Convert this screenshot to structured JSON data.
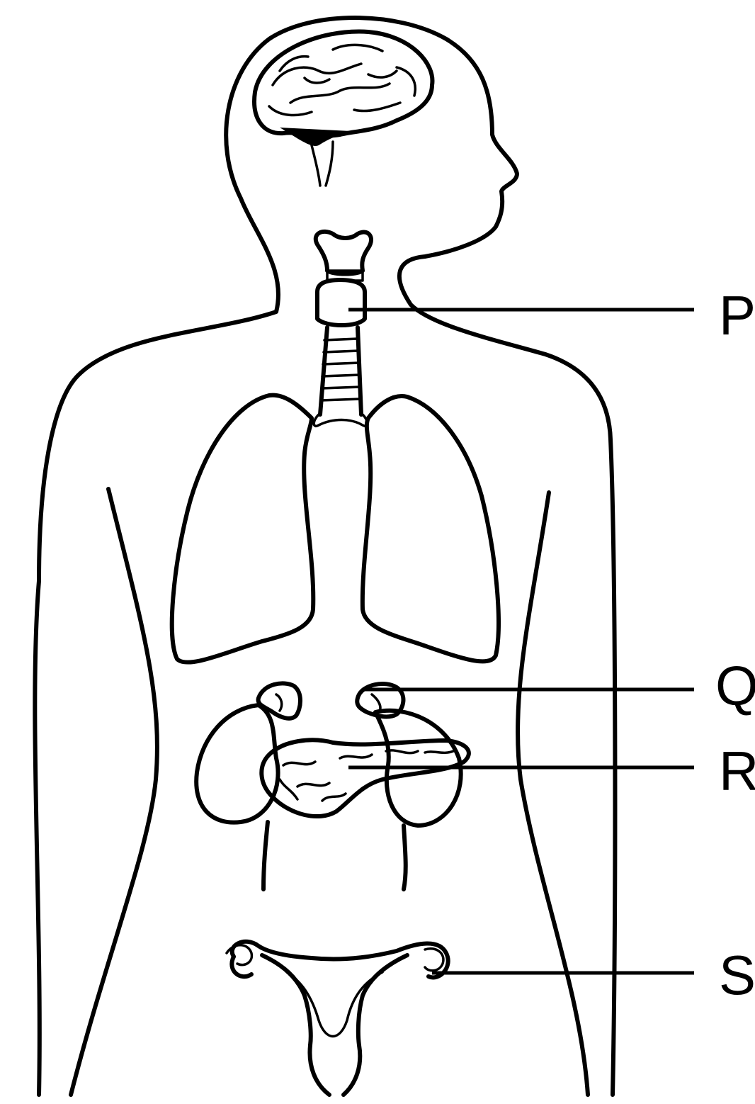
{
  "labels": {
    "p": "P",
    "q": "Q",
    "r": "R",
    "s": "S"
  }
}
